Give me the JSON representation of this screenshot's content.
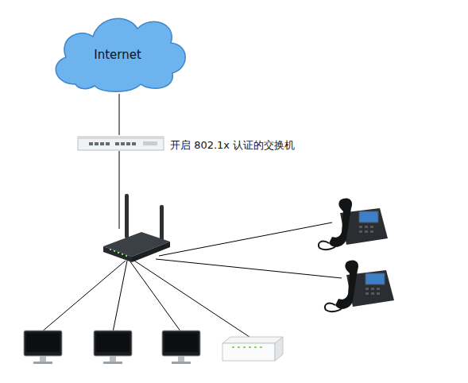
{
  "diagram": {
    "nodes": [
      {
        "text": [
          "Internet"
        ]
      },
      {
        "text": [
          "开启 802.1x 认证的交换机"
        ]
      }
    ],
    "edges": [
      {
        "from": 0,
        "to": 1,
        "arrow": "none"
      }
    ]
  }
}
